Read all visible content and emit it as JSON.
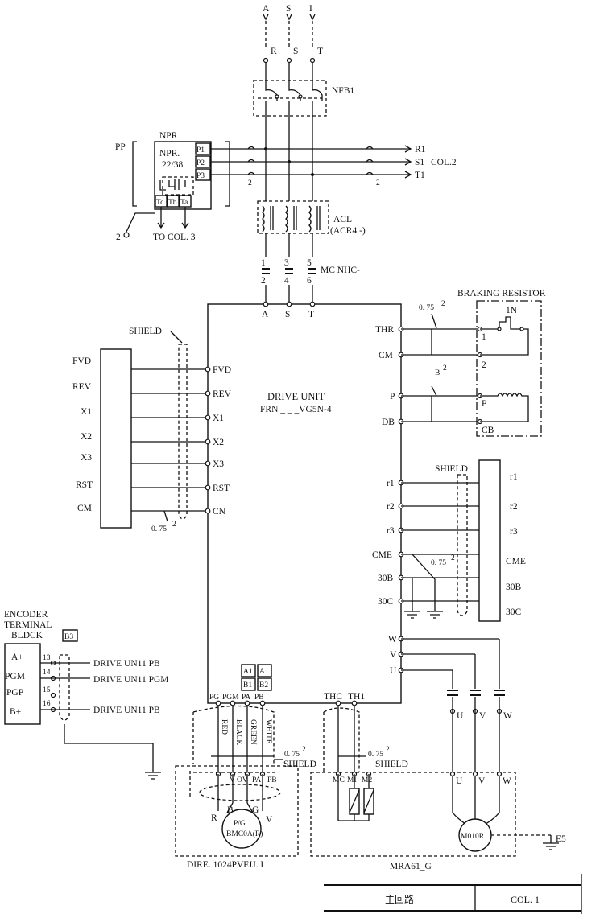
{
  "supply": {
    "top_labels": [
      "A",
      "S",
      "I"
    ],
    "phase_labels": [
      "R",
      "S",
      "T"
    ]
  },
  "nfb": {
    "label": "NFB1"
  },
  "npr": {
    "group_label": "PP",
    "header": "NPR",
    "model_line1": "NPR.",
    "model_line2": "22/38",
    "ports": [
      "P1",
      "P2",
      "P3"
    ],
    "contacts": [
      "Tc",
      "Tb",
      "Ta"
    ],
    "wire_mark": "2",
    "to_col": "TO COL. 3"
  },
  "outputs": {
    "lines": [
      "R1",
      "S1",
      "T1"
    ],
    "col": "COL.2",
    "wire_marks": [
      "2",
      "2"
    ]
  },
  "acl": {
    "label": "ACL",
    "model": "(ACR4.-)"
  },
  "mc": {
    "label": "MC NHC-",
    "top_terms": [
      "1",
      "3",
      "5"
    ],
    "bottom_terms": [
      "2",
      "4",
      "6"
    ]
  },
  "drive": {
    "title": "DRIVE UNIT",
    "model": "FRN _ _ _VG5N-4",
    "top_terms": [
      "A",
      "S",
      "T"
    ],
    "left_terms": [
      "FVD",
      "REV",
      "X1",
      "X2",
      "X3",
      "RST",
      "CN"
    ],
    "right_terms_a": [
      "THR",
      "CM",
      "P",
      "DB"
    ],
    "right_terms_b": [
      "r1",
      "r2",
      "r3",
      "CME",
      "30B",
      "30C"
    ],
    "uvw": [
      "W",
      "V",
      "U"
    ],
    "bottom_terms": [
      "PG",
      "PGM",
      "PA",
      "PB"
    ],
    "thermal_terms": [
      "THC",
      "TH1"
    ]
  },
  "left_panel": {
    "labels": [
      "FVD",
      "REV",
      "X1",
      "X2",
      "X3",
      "RST",
      "CM"
    ],
    "shield": "SHIELD",
    "wire": "0. 75"
  },
  "braking": {
    "title": "BRAKING RESISTOR",
    "switch": "1N",
    "wire_a": "0. 75",
    "wire_b": "B",
    "terms": [
      "1",
      "2",
      "P",
      "CB"
    ]
  },
  "relay_panel": {
    "shield": "SHIELD",
    "wire": "0. 75",
    "labels": [
      "r1",
      "r2",
      "r3",
      "CME",
      "30B",
      "30C"
    ]
  },
  "encoder": {
    "title1": "ENCODER",
    "title2": "TERMINAL",
    "title3": "BLDCK",
    "badge": "B3",
    "pins": [
      "13",
      "14",
      "15",
      "16"
    ],
    "labels": [
      "A+",
      "PGM",
      "PGP",
      "B+"
    ],
    "drive_lines": [
      "DRIVE UN11  PB",
      "DRIVE UN11  PGM",
      "DRIVE UN11  PB"
    ]
  },
  "pg_section": {
    "badges": [
      "A1",
      "A1",
      "B1",
      "B2"
    ],
    "wire_colors": [
      "RED",
      "BLACK",
      "GREEN",
      "WHITE"
    ],
    "wire": "0. 75",
    "shield": "SHIELD",
    "motor_terms": [
      "V",
      "OV",
      "PA",
      "PB"
    ],
    "rbg": [
      "R",
      "B",
      "G",
      "V"
    ],
    "pg_line1": "P/G",
    "pg_line2": "BMC0A(R)",
    "footer": "DIRE. 1024PVFJJ. I"
  },
  "th_section": {
    "wire": "0. 75",
    "shield": "SHIELD",
    "terms": [
      "MC",
      "MI",
      "M2"
    ]
  },
  "motor": {
    "contactor_terms": [
      "U",
      "V",
      "W"
    ],
    "motor_terms": [
      "U",
      "V",
      "W"
    ],
    "model": "M010R",
    "ground": "E5",
    "footer": "MRA61_G"
  },
  "title_block": {
    "left": "主回路",
    "right": "COL. 1"
  }
}
